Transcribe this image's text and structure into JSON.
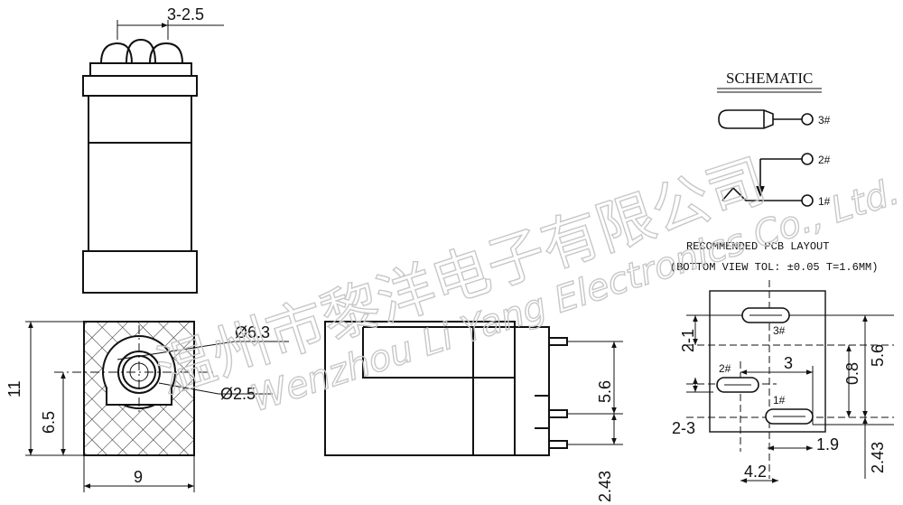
{
  "watermark": {
    "chinese": "温州市黎洋电子有限公司",
    "english": "Wenzhou Li Yang Electronics Co., Ltd."
  },
  "top_view": {
    "dim_pin_spacing": "3-2.5"
  },
  "front_view": {
    "dim_outer_diameter": "Ø6.3",
    "dim_pin_diameter": "Ø2.5",
    "dim_height": "11",
    "dim_center_height": "6.5",
    "dim_width": "9"
  },
  "side_view": {
    "dim_pin_pitch": "5.6",
    "dim_bottom_offset": "2.43"
  },
  "schematic": {
    "title": "SCHEMATIC",
    "pins": [
      "3#",
      "2#",
      "1#"
    ]
  },
  "pcb_layout": {
    "title": "RECOMMENDED PCB LAYOUT",
    "subtitle": "(BOTTOM VIEW TOL: ±0.05 T=1.6MM)",
    "pad_labels": [
      "3#",
      "2#",
      "1#"
    ],
    "dims": {
      "d_2_1": "2-1",
      "d_3": "3",
      "d_0_8": "0.8",
      "d_5_6": "5.6",
      "d_2_3": "2-3",
      "d_1_9": "1.9",
      "d_4_2": "4.2",
      "d_2_43": "2.43"
    }
  }
}
